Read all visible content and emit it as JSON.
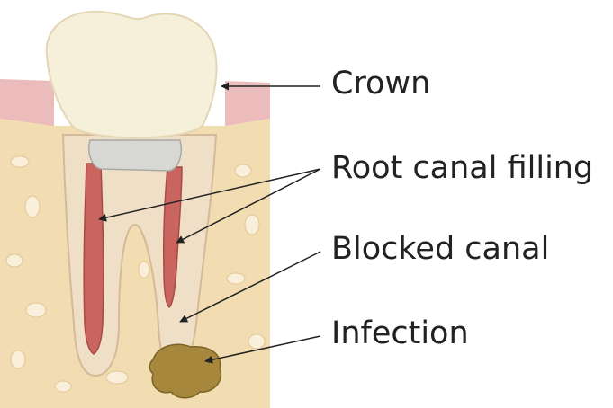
{
  "labels": {
    "crown": "Crown",
    "root_canal_filling": "Root canal filling",
    "blocked_canal": "Blocked canal",
    "infection": "Infection"
  },
  "colors": {
    "enamel": "#f6efd9",
    "gum": "#ecbcbc",
    "bone": "#f1ddb1",
    "root": "#efdfc6",
    "filling": "#c9655e",
    "cap": "#d7d7d3",
    "infection": "#a6873b",
    "text": "#222222"
  }
}
